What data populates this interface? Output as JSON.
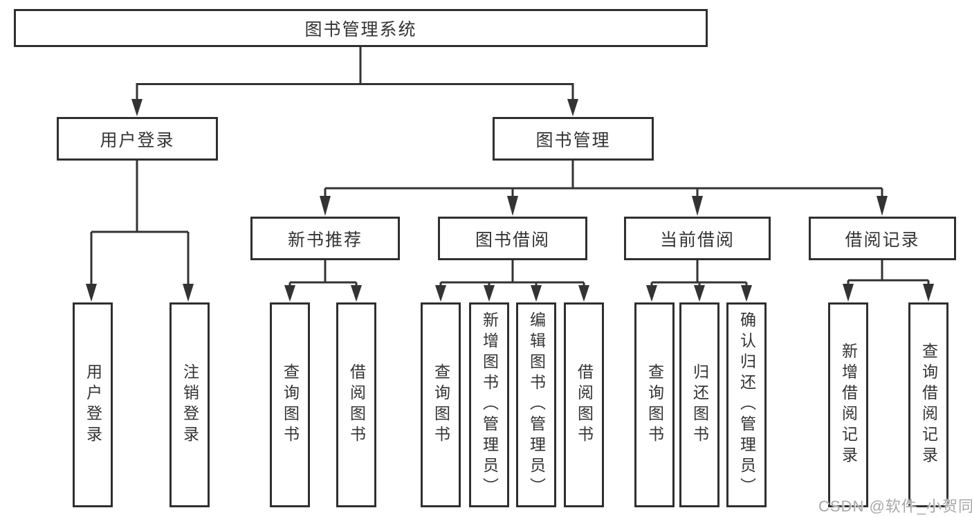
{
  "nodes": {
    "root": "图书管理系统",
    "user_login": "用户登录",
    "book_mgmt": "图书管理",
    "new_book_rec": "新书推荐",
    "book_borrow": "图书借阅",
    "current_borrow": "当前借阅",
    "borrow_records": "借阅记录",
    "leaf_user_login": "用户登录",
    "leaf_logout": "注销登录",
    "leaf_query_book_1": "查询图书",
    "leaf_borrow_book_1": "借阅图书",
    "leaf_query_book_2": "查询图书",
    "leaf_add_book": "新增图书（管理员）",
    "leaf_edit_book": "编辑图书（管理员）",
    "leaf_borrow_book_2": "借阅图书",
    "leaf_query_book_3": "查询图书",
    "leaf_return_book": "归还图书",
    "leaf_confirm_return": "确认归还（管理员）",
    "leaf_add_record": "新增借阅记录",
    "leaf_query_record": "查询借阅记录"
  },
  "hierarchy": {
    "图书管理系统": {
      "用户登录": [
        "用户登录",
        "注销登录"
      ],
      "图书管理": {
        "新书推荐": [
          "查询图书",
          "借阅图书"
        ],
        "图书借阅": [
          "查询图书",
          "新增图书（管理员）",
          "编辑图书（管理员）",
          "借阅图书"
        ],
        "当前借阅": [
          "查询图书",
          "归还图书",
          "确认归还（管理员）"
        ],
        "借阅记录": [
          "新增借阅记录",
          "查询借阅记录"
        ]
      }
    }
  },
  "watermark": "CSDN @软件_小贺同学",
  "colors": {
    "line": "#333333",
    "text": "#333333",
    "watermark": "#a8a8a8",
    "background": "#ffffff"
  }
}
